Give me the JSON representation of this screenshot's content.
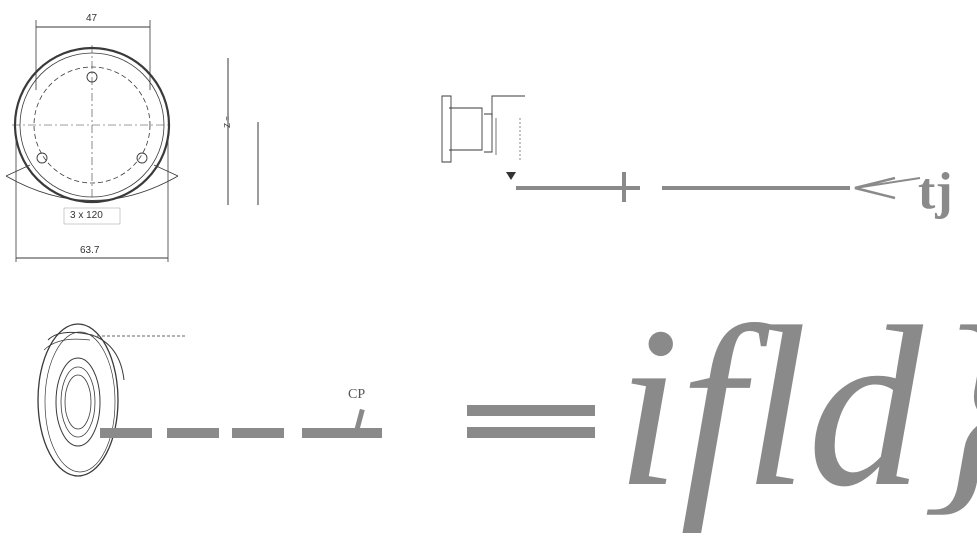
{
  "drawing": {
    "dims": {
      "top_width": "47",
      "bolt_pattern": "3 x 120",
      "bottom_width": "63.7",
      "side_marker": "Z ="
    },
    "overlay_text": {
      "tj_glyph": "tj",
      "cp_mark": "CP",
      "ifld_text": "ifld}"
    },
    "colors": {
      "line": "#3a3a3a",
      "dash": "#8a8a8a",
      "glyph": "#8a8a8a"
    }
  }
}
